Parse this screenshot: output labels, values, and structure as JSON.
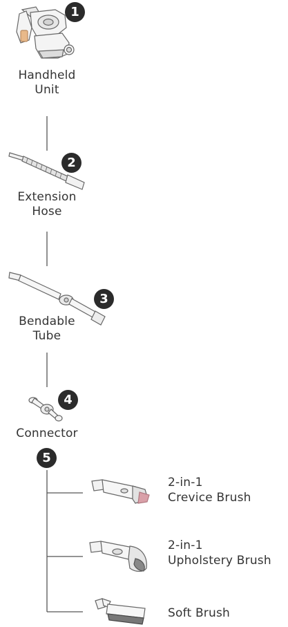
{
  "colors": {
    "ink": "#333333",
    "badge_bg": "#2b2b2b",
    "badge_text": "#ffffff",
    "accent_pink": "#d9a0a8",
    "accent_orange": "#e8b98a",
    "line": "#555555"
  },
  "components": [
    {
      "number": "1",
      "label_lines": [
        "Handheld",
        "Unit"
      ],
      "icon": "handheld-unit-icon"
    },
    {
      "number": "2",
      "label_lines": [
        "Extension",
        "Hose"
      ],
      "icon": "extension-hose-icon"
    },
    {
      "number": "3",
      "label_lines": [
        "Bendable",
        "Tube"
      ],
      "icon": "bendable-tube-icon"
    },
    {
      "number": "4",
      "label_lines": [
        "Connector"
      ],
      "icon": "connector-icon"
    }
  ],
  "brush_group": {
    "number": "5",
    "items": [
      {
        "label_lines": [
          "2-in-1",
          "Crevice Brush"
        ],
        "icon": "crevice-brush-icon"
      },
      {
        "label_lines": [
          "2-in-1",
          "Upholstery Brush"
        ],
        "icon": "upholstery-brush-icon"
      },
      {
        "label_lines": [
          "Soft Brush"
        ],
        "icon": "soft-brush-icon"
      }
    ]
  }
}
